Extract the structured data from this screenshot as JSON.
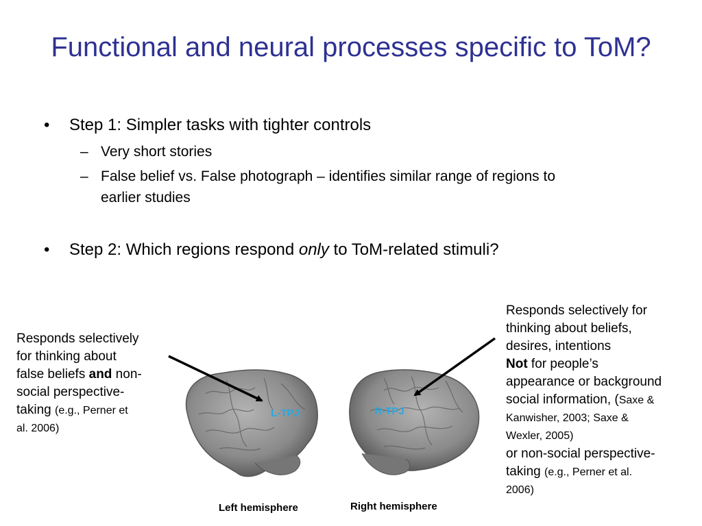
{
  "slide": {
    "title": "Functional and neural processes specific to ToM?"
  },
  "bullets": {
    "mark": "•",
    "sub_mark": "–",
    "step1": "Step 1: Simpler tasks with tighter controls",
    "step1_sub1": "Very short stories",
    "step1_sub2_line1": "False belief vs. False photograph – identifies similar range of regions to",
    "step1_sub2_line2": "earlier studies",
    "step2_pre": "Step 2: Which regions respond ",
    "step2_em": "only",
    "step2_post": " to ToM-related stimuli?"
  },
  "left_callout": {
    "l1": "Responds selectively",
    "l2": "for thinking about",
    "l3_pre": "false beliefs ",
    "l3_bold": "and",
    "l3_post": " non-",
    "l4": "social perspective-",
    "l5_main": "taking ",
    "l5_small": "(e.g., Perner et",
    "l6_small": "al. 2006)"
  },
  "right_callout": {
    "l1": "Responds selectively for",
    "l2": "thinking about beliefs,",
    "l3": "desires, intentions",
    "l4_bold": "Not",
    "l4_post": " for people’s",
    "l5": "appearance or background",
    "l6_main": "social information, (",
    "l6_small": "Saxe &",
    "l7_small": "Kanwisher, 2003; Saxe &",
    "l8_small": "Wexler, 2005)",
    "l9": "or non-social perspective-",
    "l10_main": "taking ",
    "l10_small": "(e.g., Perner et al.",
    "l11_small": "2006)"
  },
  "brains": {
    "left_label": "L-TPJ",
    "right_label": "R-TPJ",
    "left_caption": "Left hemisphere",
    "right_caption": "Right hemisphere",
    "label_color": "#2aa8e0",
    "brain_color": "#8a8a8a"
  },
  "theme": {
    "title_color": "#2e3192"
  }
}
